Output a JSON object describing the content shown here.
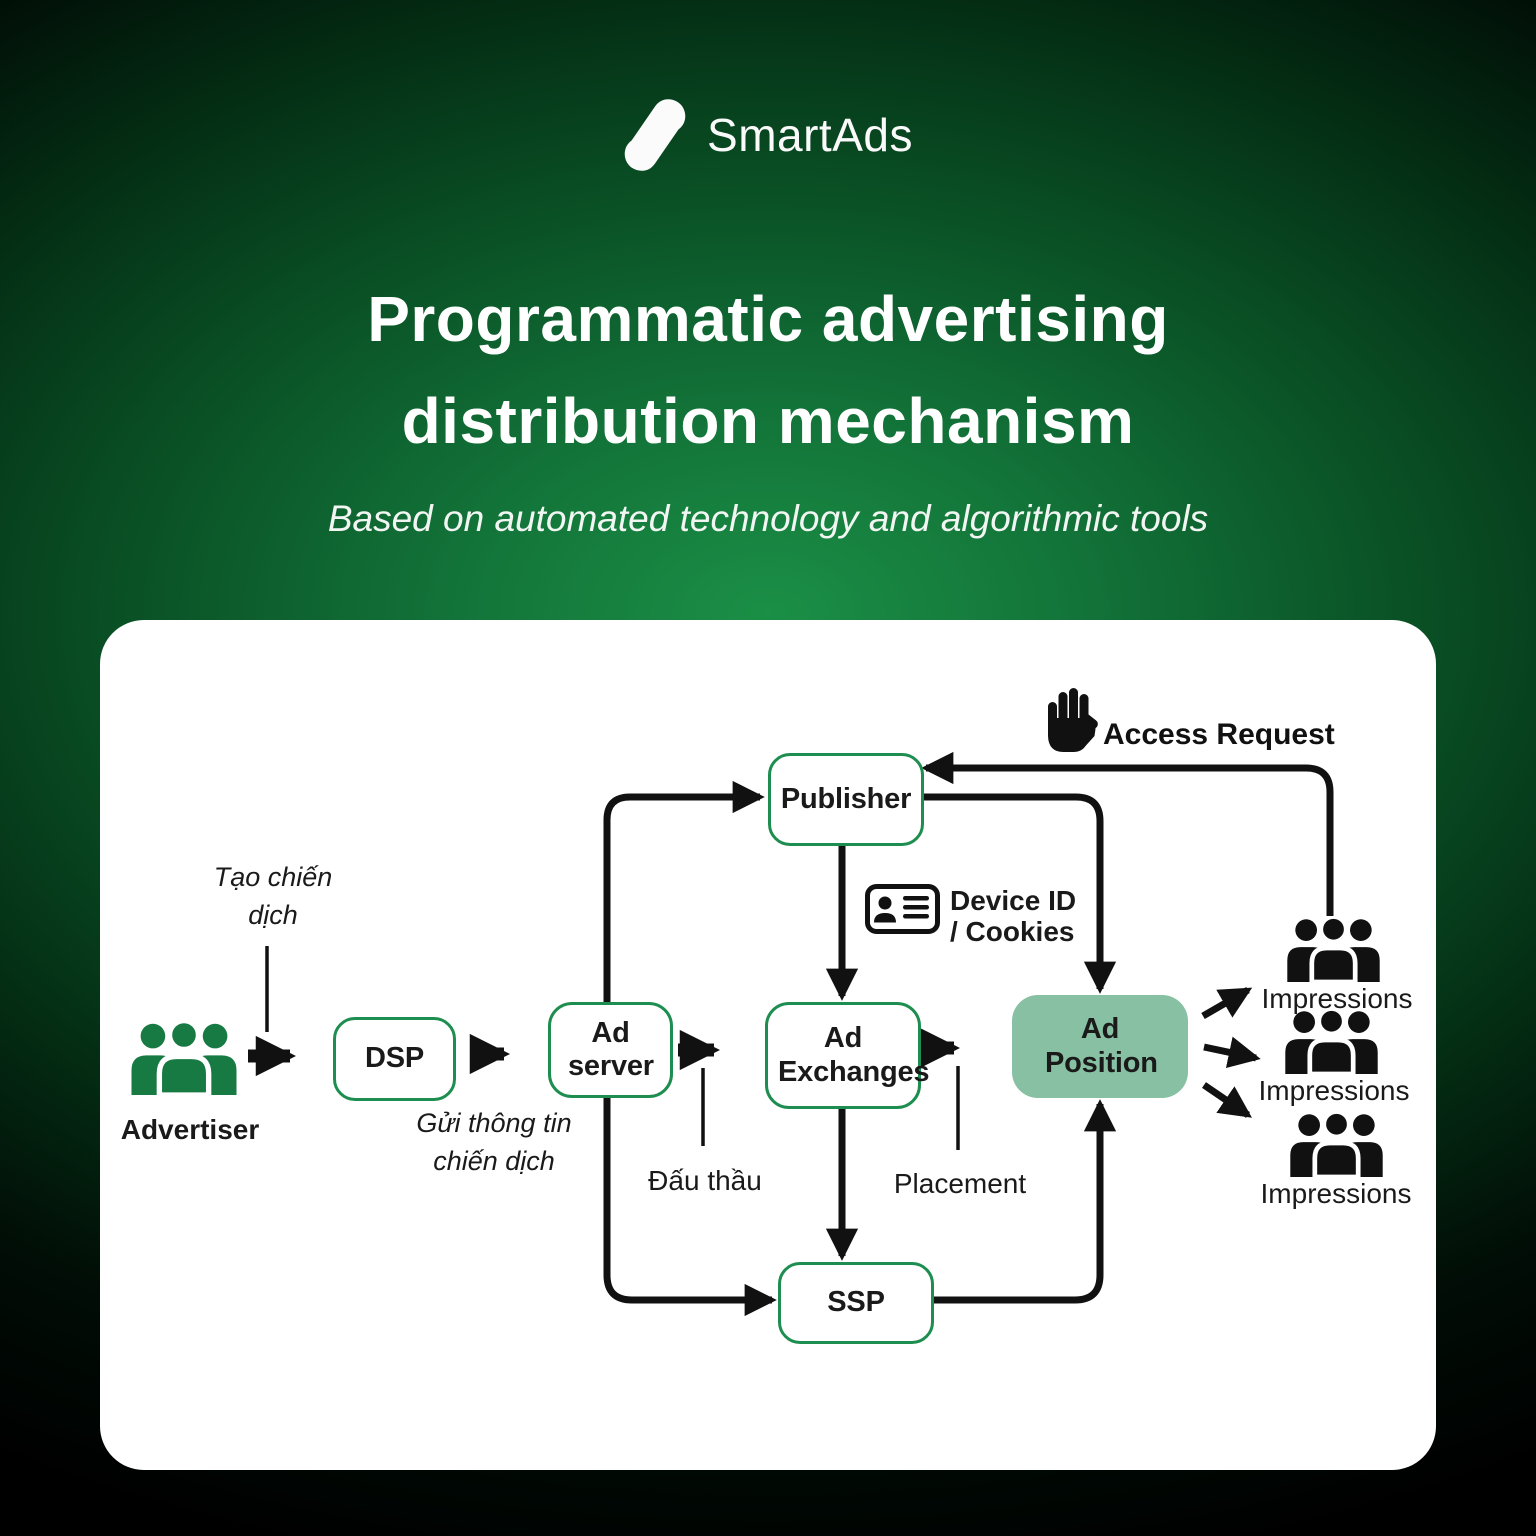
{
  "brand": {
    "name": "SmartAds"
  },
  "heading": {
    "title_line1": "Programmatic advertising",
    "title_line2": "distribution mechanism",
    "subtitle": "Based on automated technology and algorithmic tools"
  },
  "diagram": {
    "nodes": {
      "advertiser": "Advertiser",
      "dsp": "DSP",
      "ad_server": "Ad server",
      "publisher": "Publisher",
      "ad_exchanges": "Ad Exchanges",
      "ad_position": "Ad Position",
      "ssp": "SSP"
    },
    "labels": {
      "create_campaign": "Tạo chiến dịch",
      "send_campaign_info": "Gửi thông tin chiến dịch",
      "bidding": "Đấu thầu",
      "placement": "Placement",
      "device_id_line1": "Device ID",
      "device_id_line2": "/ Cookies",
      "access_request": "Access Request",
      "impressions": [
        "Impressions",
        "Impressions",
        "Impressions"
      ]
    },
    "colors": {
      "background_glow": "#1b8f46",
      "card": "#ffffff",
      "node_border": "#1e8e50",
      "ad_position_fill": "#87c0a2",
      "advertiser_green": "#187a43",
      "ink": "#111111"
    }
  }
}
